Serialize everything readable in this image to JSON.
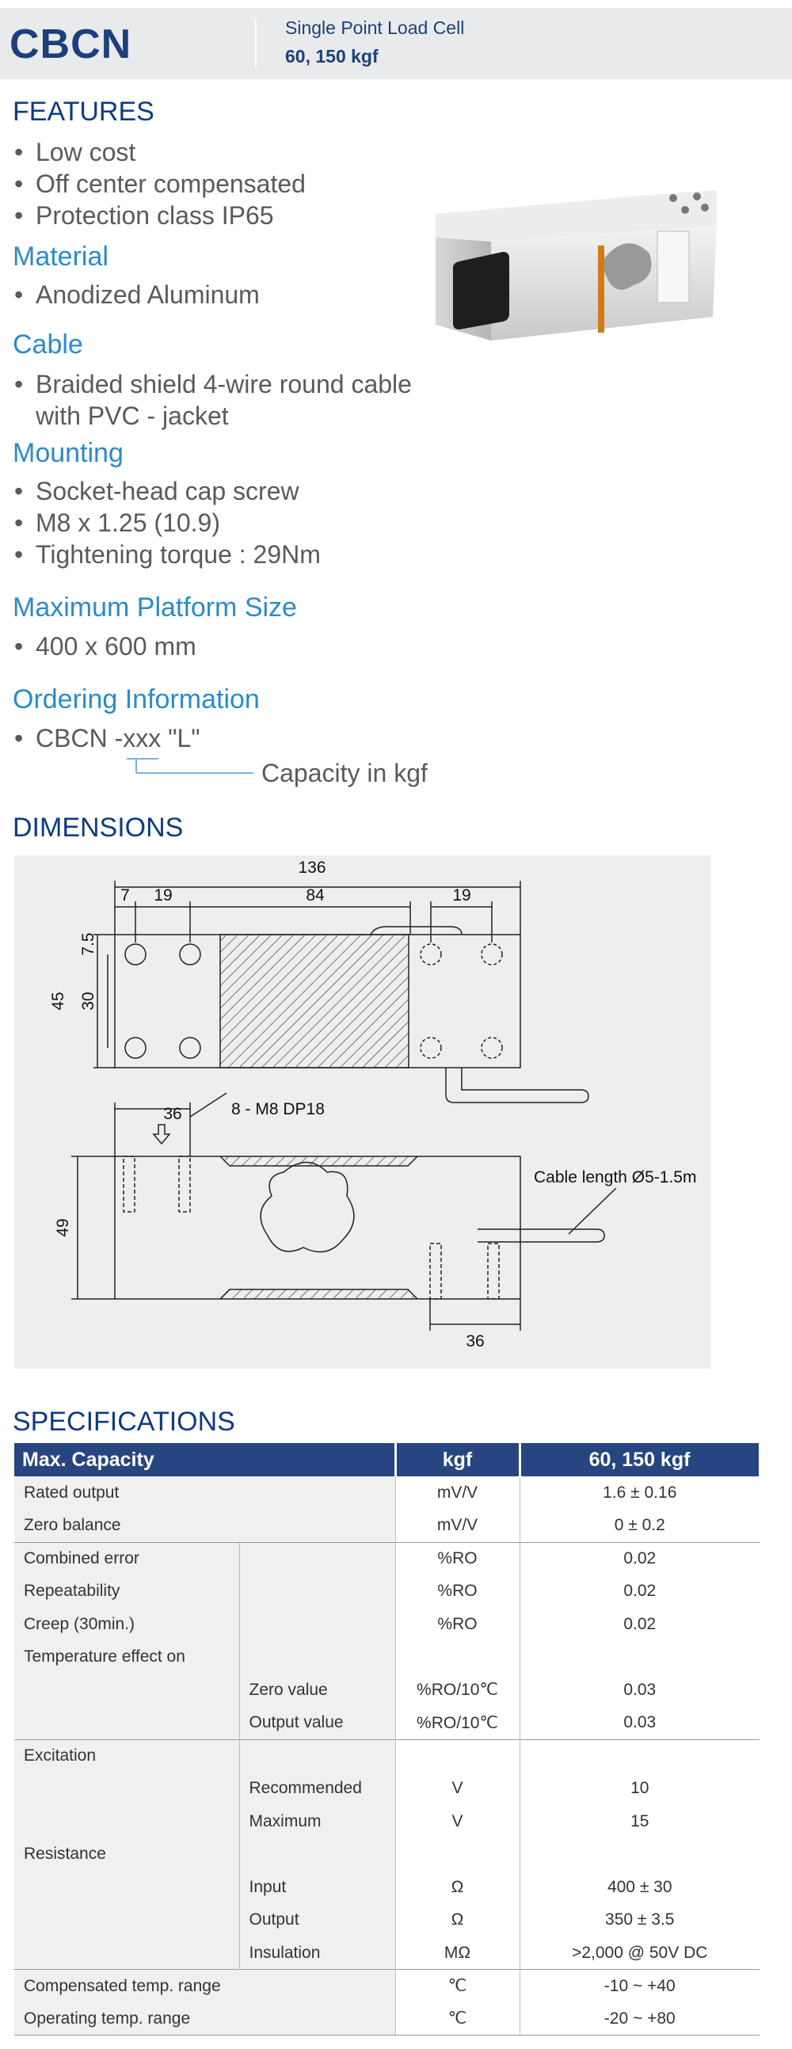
{
  "header": {
    "brand": "CBCN",
    "title": "Single Point Load Cell",
    "capacity": "60, 150 kgf"
  },
  "features": {
    "heading": "FEATURES",
    "items": [
      "Low cost",
      "Off center compensated",
      "Protection class IP65"
    ]
  },
  "material": {
    "heading": "Material",
    "items": [
      "Anodized Aluminum"
    ]
  },
  "cable": {
    "heading": "Cable",
    "line1": "Braided shield 4-wire round cable",
    "line2": "with PVC - jacket"
  },
  "mounting": {
    "heading": "Mounting",
    "items": [
      "Socket-head cap screw",
      "M8 x 1.25 (10.9)",
      "Tightening torque : 29Nm"
    ]
  },
  "platform": {
    "heading": "Maximum Platform Size",
    "items": [
      "400 x 600 mm"
    ]
  },
  "ordering": {
    "heading": "Ordering Information",
    "code": "CBCN -xxx \"L\"",
    "note": "Capacity in kgf"
  },
  "dimensions": {
    "heading": "DIMENSIONS",
    "labels": {
      "overall": "136",
      "a": "7",
      "b": "19",
      "c": "84",
      "d": "19",
      "v1": "7.5",
      "v2": "30",
      "v3": "45",
      "pitch": "36",
      "holes": "8 - M8 DP18",
      "cable": "Cable length Ø5-1.5m",
      "height": "49",
      "bottom": "36"
    }
  },
  "specifications": {
    "heading": "SPECIFICATIONS",
    "header": [
      "Max. Capacity",
      "kgf",
      "60, 150 kgf"
    ],
    "rows": [
      {
        "param": "Rated output",
        "sub": "",
        "unit": "mV/V",
        "value": "1.6 ± 0.16"
      },
      {
        "param": "Zero balance",
        "sub": "",
        "unit": "mV/V",
        "value": "0 ± 0.2"
      },
      {
        "param": "Combined error",
        "sub": "",
        "unit": "%RO",
        "value": "0.02"
      },
      {
        "param": "Repeatability",
        "sub": "",
        "unit": "%RO",
        "value": "0.02"
      },
      {
        "param": "Creep (30min.)",
        "sub": "",
        "unit": "%RO",
        "value": "0.02"
      },
      {
        "param": "Temperature effect on",
        "sub": "",
        "unit": "",
        "value": ""
      },
      {
        "param": "",
        "sub": "Zero value",
        "unit": "%RO/10℃",
        "value": "0.03"
      },
      {
        "param": "",
        "sub": "Output  value",
        "unit": "%RO/10℃",
        "value": "0.03"
      },
      {
        "param": "Excitation",
        "sub": "",
        "unit": "",
        "value": ""
      },
      {
        "param": "",
        "sub": "Recommended",
        "unit": "V",
        "value": "10"
      },
      {
        "param": "",
        "sub": "Maximum",
        "unit": "V",
        "value": "15"
      },
      {
        "param": "Resistance",
        "sub": "",
        "unit": "",
        "value": ""
      },
      {
        "param": "",
        "sub": "Input",
        "unit": "Ω",
        "value": "400 ± 30"
      },
      {
        "param": "",
        "sub": "Output",
        "unit": "Ω",
        "value": "350 ± 3.5"
      },
      {
        "param": "",
        "sub": "Insulation",
        "unit": "MΩ",
        "value": ">2,000 @ 50V DC"
      },
      {
        "param": "Compensated temp. range",
        "sub": "",
        "unit": "℃",
        "value": "-10 ~ +40"
      },
      {
        "param": "Operating temp. range",
        "sub": "",
        "unit": "℃",
        "value": "-20 ~ +80"
      }
    ]
  }
}
